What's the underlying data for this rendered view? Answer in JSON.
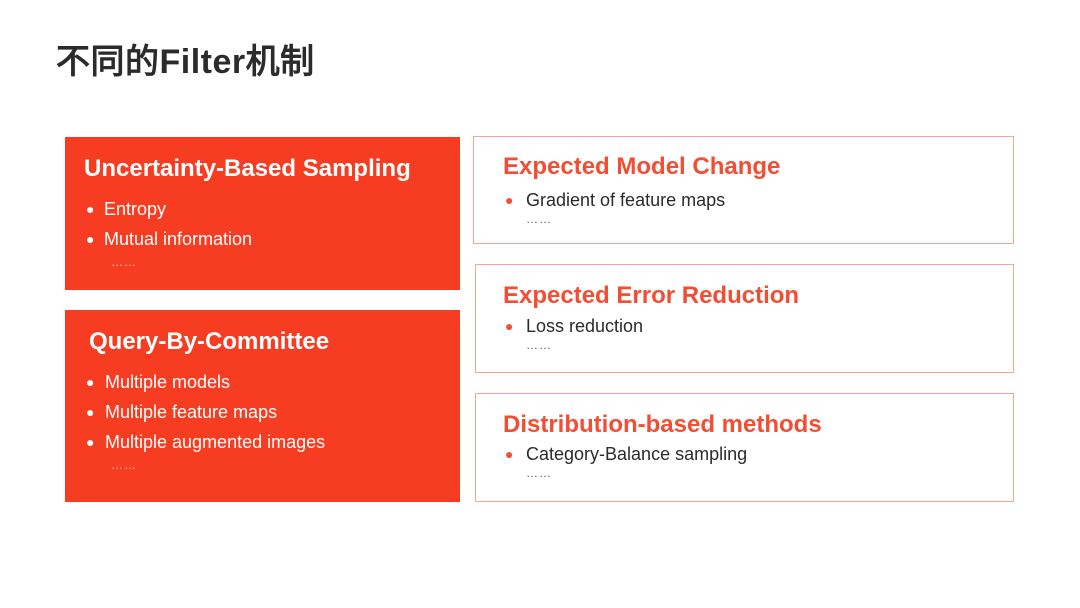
{
  "slide": {
    "title": "不同的Filter机制"
  },
  "left_boxes": [
    {
      "title": "Uncertainty-Based Sampling",
      "items": [
        "Entropy",
        "Mutual information"
      ],
      "ellipsis": "……"
    },
    {
      "title": "Query-By-Committee",
      "items": [
        "Multiple models",
        "Multiple feature maps",
        "Multiple augmented images"
      ],
      "ellipsis": "……"
    }
  ],
  "right_boxes": [
    {
      "title": "Expected Model Change",
      "items": [
        "Gradient of feature maps"
      ],
      "ellipsis": "……"
    },
    {
      "title": "Expected Error Reduction",
      "items": [
        "Loss reduction"
      ],
      "ellipsis": "……"
    },
    {
      "title": "Distribution-based methods",
      "items": [
        "Category-Balance sampling"
      ],
      "ellipsis": "……"
    }
  ],
  "bullet_glyph": "●",
  "colors": {
    "accent": "#f63c21",
    "accent_text": "#f24e34",
    "outline": "#f6a594",
    "title_text": "#2b2b2b"
  }
}
